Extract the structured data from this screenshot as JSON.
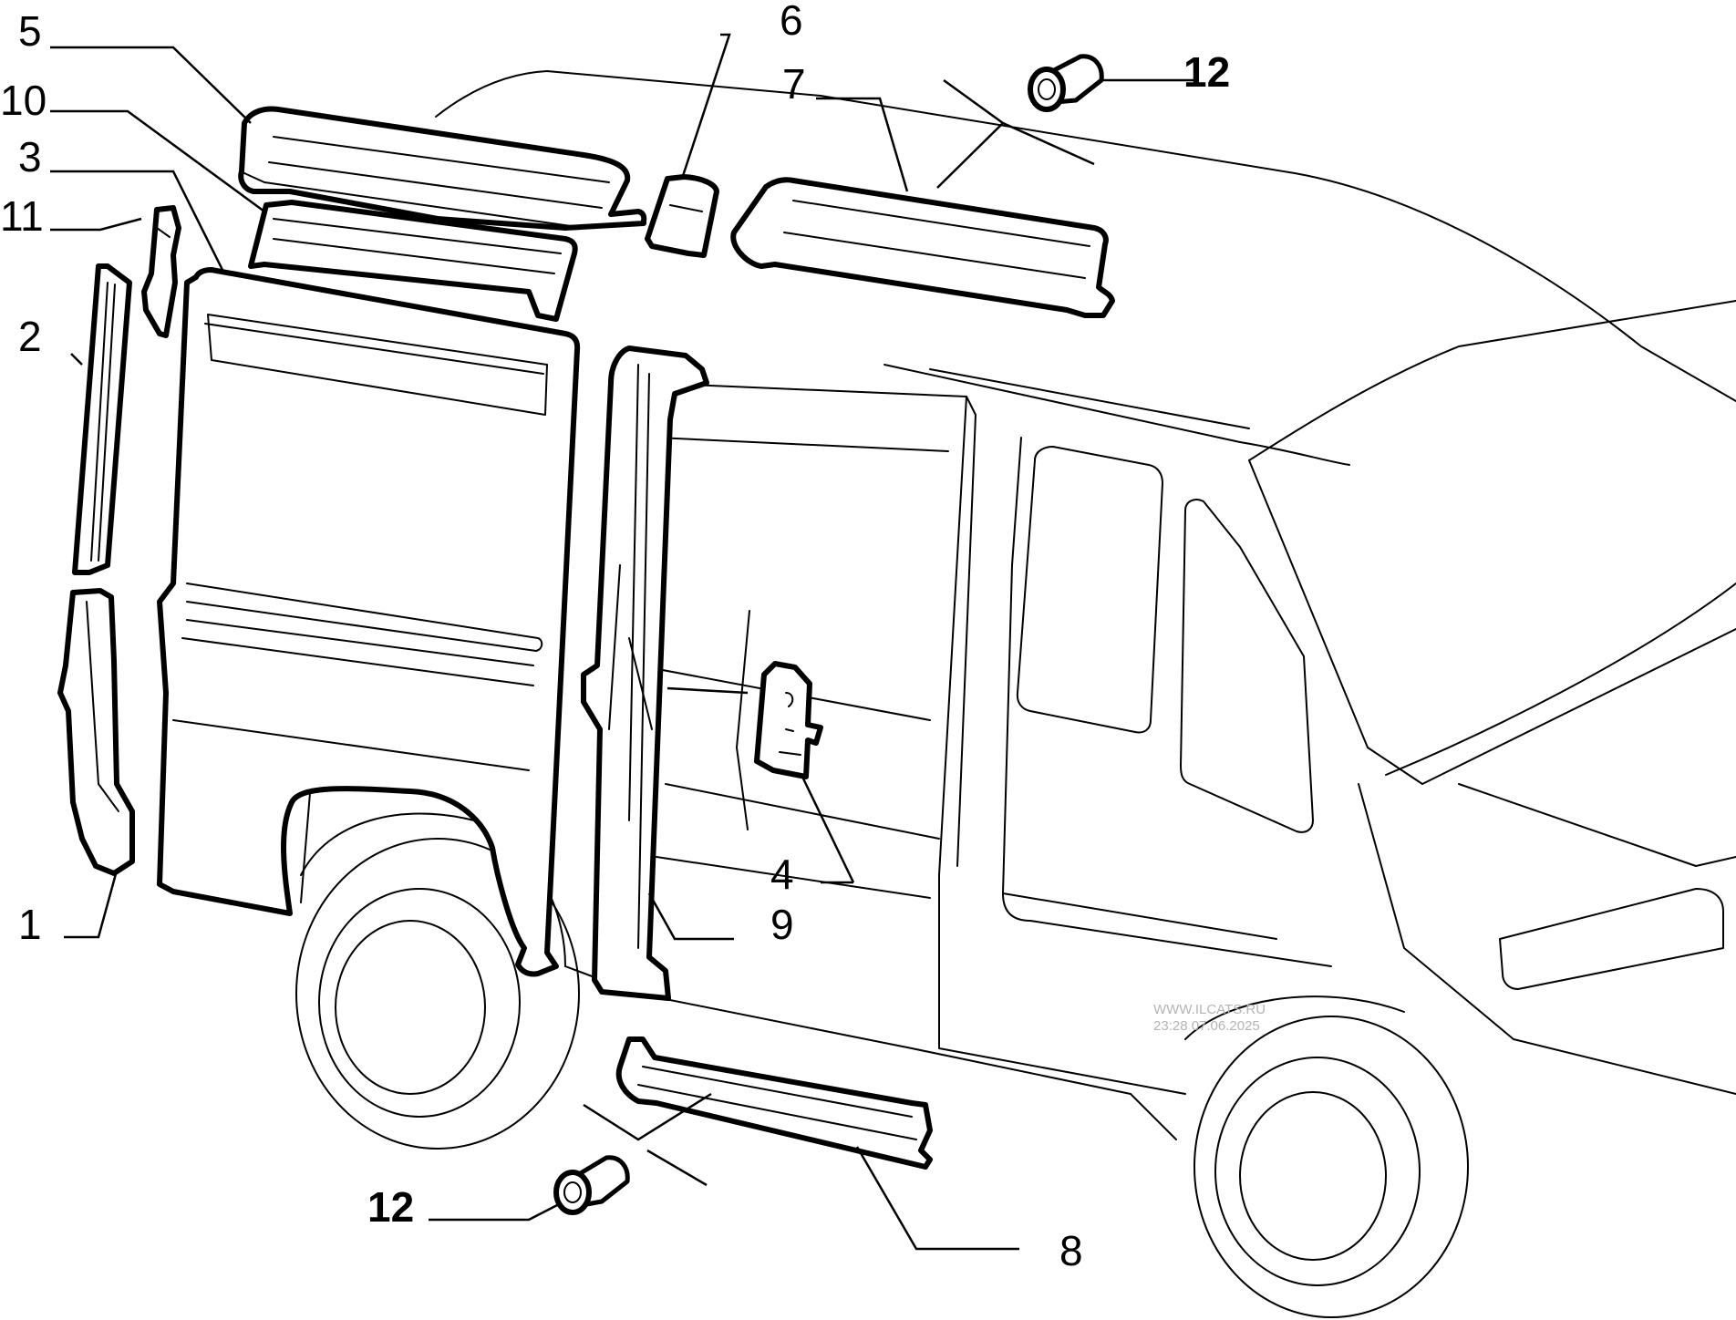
{
  "diagram": {
    "callouts": {
      "c1": "1",
      "c2": "2",
      "c3": "3",
      "c4": "4",
      "c5": "5",
      "c6": "6",
      "c7": "7",
      "c8": "8",
      "c9": "9",
      "c10": "10",
      "c11": "11",
      "c12_top": "12",
      "c12_bottom": "12"
    },
    "watermark": {
      "line1": "WWW.ILCATS.RU",
      "line2": "23:28 07.06.2025"
    }
  }
}
